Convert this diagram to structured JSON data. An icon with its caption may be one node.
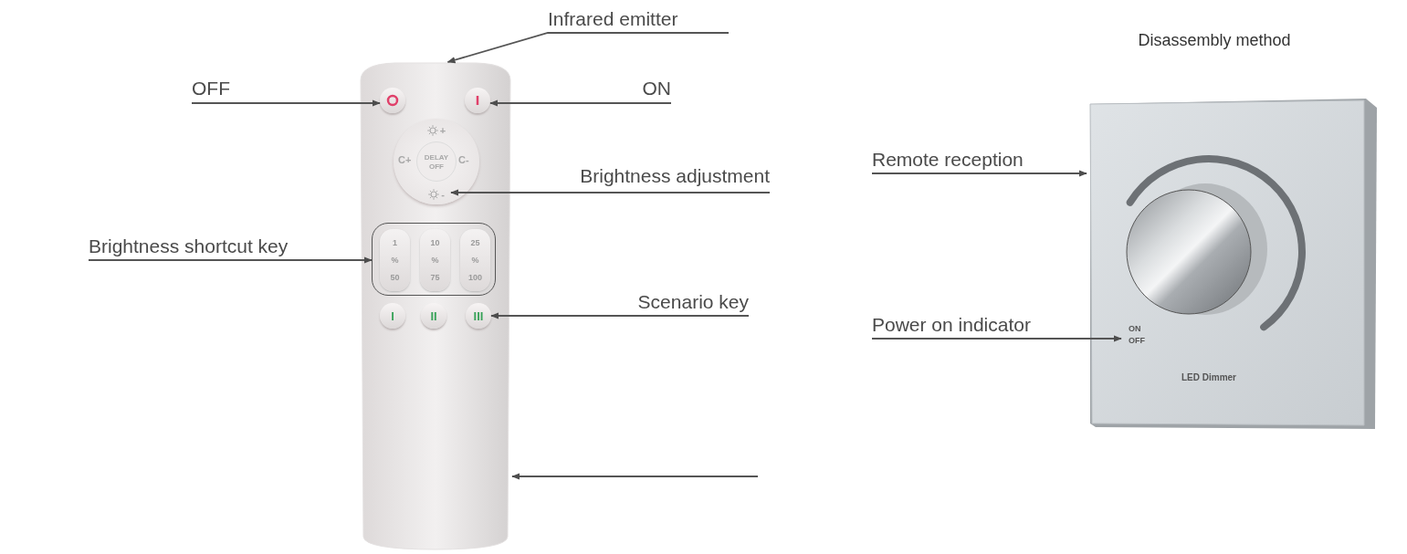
{
  "diagram": {
    "nodes": [
      {
        "text": [
          "Infrared emitter"
        ]
      },
      {
        "text": [
          "OFF"
        ]
      },
      {
        "text": [
          "ON"
        ]
      },
      {
        "text": [
          "Brightness adjustment"
        ]
      },
      {
        "text": [
          "Brightness shortcut key"
        ]
      },
      {
        "text": [
          "Scenario key"
        ]
      },
      {
        "text": [],
        "shape": "picture"
      },
      {
        "text": [],
        "shape": "circle",
        "in": 6
      },
      {
        "text": [],
        "shape": "circle",
        "in": 6
      },
      {
        "text": [],
        "shape": "box",
        "in": 6
      },
      {
        "text": [
          "1 % 50"
        ],
        "in": 9
      },
      {
        "text": [
          "10 % 75"
        ],
        "in": 9
      },
      {
        "text": [
          "25 % 100"
        ],
        "in": 9
      },
      {
        "text": [
          "C+",
          "C-"
        ],
        "in": 6
      },
      {
        "text": [
          "DELAY OFF"
        ],
        "in": 13
      },
      {
        "text": [
          "+"
        ],
        "in": 13
      },
      {
        "text": [
          "-"
        ],
        "in": 13
      },
      {
        "text": [
          "I"
        ],
        "in": 6
      },
      {
        "text": [
          "II"
        ],
        "in": 6
      },
      {
        "text": [
          "III"
        ],
        "in": 6
      },
      {
        "text": [
          "Remote reception"
        ]
      },
      {
        "text": [
          "Power on indicator"
        ]
      },
      {
        "text": [
          "LED Dimmer"
        ]
      },
      {
        "text": [
          "ON",
          "OFF"
        ],
        "in": 22
      }
    ],
    "edges": [
      {
        "from": 0,
        "to": 6,
        "arrow": "to"
      },
      {
        "from": 1,
        "to": 7,
        "arrow": "to"
      },
      {
        "from": 2,
        "to": 8,
        "arrow": "to"
      },
      {
        "from": 3,
        "to": 16,
        "arrow": "to"
      },
      {
        "from": 4,
        "to": 9,
        "arrow": "to"
      },
      {
        "from": 5,
        "to": 19,
        "arrow": "to"
      },
      {
        "from": null,
        "to": 6,
        "arrow": "to"
      },
      {
        "from": 20,
        "to": 22,
        "arrow": "to"
      },
      {
        "from": 21,
        "to": 23,
        "arrow": "to"
      }
    ],
    "labels": [
      "Disassembly method"
    ]
  }
}
